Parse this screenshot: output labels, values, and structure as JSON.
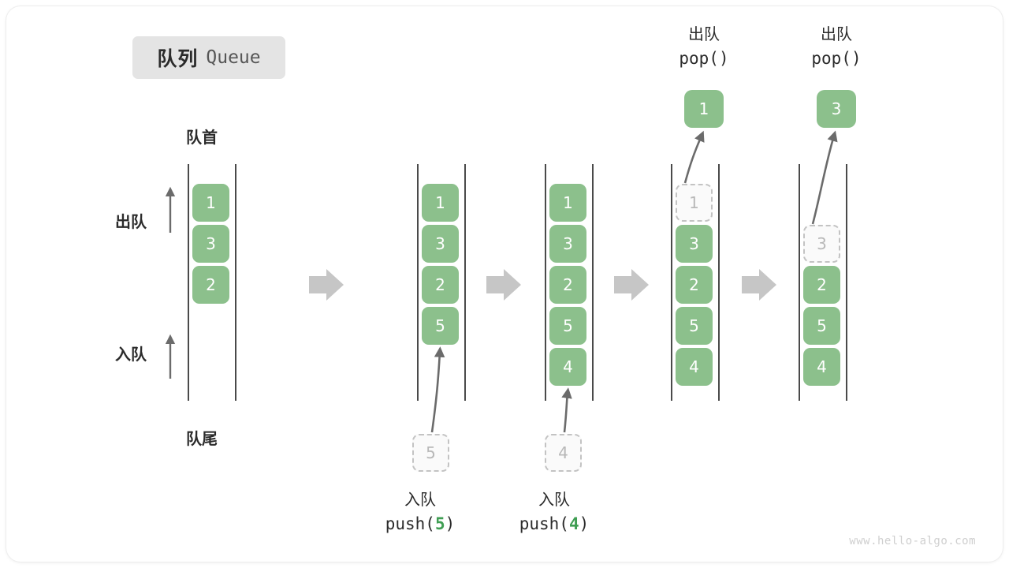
{
  "card": {
    "title_cn": "队列",
    "title_en": "Queue",
    "watermark": "www.hello-algo.com"
  },
  "colors": {
    "cell_fill": "#8cc08c",
    "cell_text": "#ffffff",
    "ghost_fill": "#fafafa",
    "ghost_border": "#c3c3c3",
    "ghost_text": "#b8b8b8",
    "rail": "#4a4a4a",
    "arrow_gray": "#c6c6c6",
    "curve_arrow": "#6b6b6b",
    "accent_green_text": "#3f9e53",
    "chip_bg": "#e4e4e4",
    "text": "#2b2b2b",
    "watermark": "#cfcfcf"
  },
  "labels": {
    "head": "队首",
    "tail": "队尾",
    "dequeue_side": "出队",
    "enqueue_side": "入队"
  },
  "stages": [
    {
      "id": "initial",
      "cells": [
        {
          "value": "1",
          "state": "filled"
        },
        {
          "value": "3",
          "state": "filled"
        },
        {
          "value": "2",
          "state": "filled"
        }
      ]
    },
    {
      "id": "after-push-5",
      "cells": [
        {
          "value": "1",
          "state": "filled"
        },
        {
          "value": "3",
          "state": "filled"
        },
        {
          "value": "2",
          "state": "filled"
        },
        {
          "value": "5",
          "state": "filled"
        }
      ],
      "incoming": {
        "value": "5",
        "state": "ghost"
      },
      "caption": {
        "cn": "入队",
        "code_prefix": "push(",
        "code_num": "5",
        "code_suffix": ")"
      }
    },
    {
      "id": "after-push-4",
      "cells": [
        {
          "value": "1",
          "state": "filled"
        },
        {
          "value": "3",
          "state": "filled"
        },
        {
          "value": "2",
          "state": "filled"
        },
        {
          "value": "5",
          "state": "filled"
        },
        {
          "value": "4",
          "state": "filled"
        }
      ],
      "incoming": {
        "value": "4",
        "state": "ghost"
      },
      "caption": {
        "cn": "入队",
        "code_prefix": "push(",
        "code_num": "4",
        "code_suffix": ")"
      }
    },
    {
      "id": "after-pop-1",
      "cells": [
        {
          "value": "1",
          "state": "ghost"
        },
        {
          "value": "3",
          "state": "filled"
        },
        {
          "value": "2",
          "state": "filled"
        },
        {
          "value": "5",
          "state": "filled"
        },
        {
          "value": "4",
          "state": "filled"
        }
      ],
      "outgoing": {
        "value": "1",
        "state": "filled"
      },
      "caption": {
        "cn": "出队",
        "code_prefix": "pop(",
        "code_num": "",
        "code_suffix": ")"
      }
    },
    {
      "id": "after-pop-3",
      "cells": [
        {
          "value": "3",
          "state": "ghost"
        },
        {
          "value": "2",
          "state": "filled"
        },
        {
          "value": "5",
          "state": "filled"
        },
        {
          "value": "4",
          "state": "filled"
        }
      ],
      "outgoing": {
        "value": "3",
        "state": "filled"
      },
      "caption": {
        "cn": "出队",
        "code_prefix": "pop(",
        "code_num": "",
        "code_suffix": ")"
      }
    }
  ],
  "step_arrows": [
    {
      "from": "initial",
      "to": "after-push-5"
    },
    {
      "from": "after-push-5",
      "to": "after-push-4"
    },
    {
      "from": "after-push-4",
      "to": "after-pop-1"
    },
    {
      "from": "after-pop-1",
      "to": "after-pop-3"
    }
  ]
}
